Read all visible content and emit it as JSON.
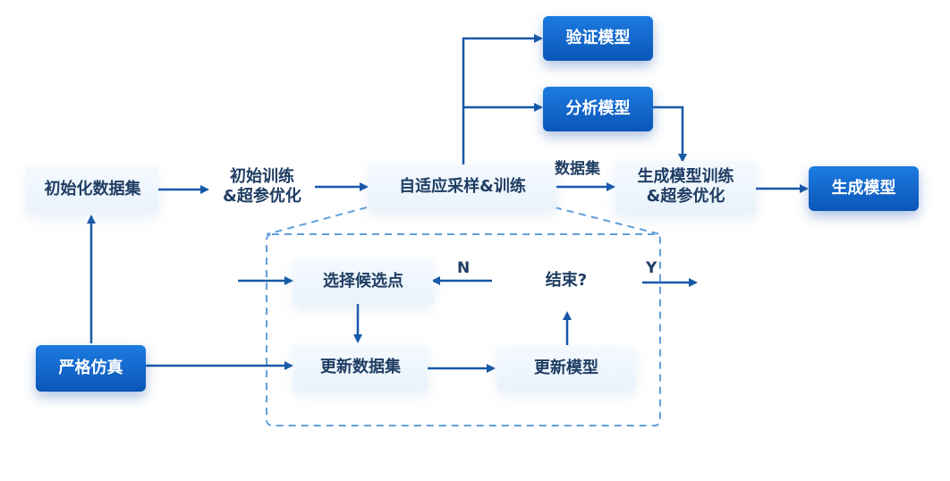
{
  "nodes": {
    "init_dataset": "初始化数据集",
    "init_train_l1": "初始训练",
    "init_train_l2": "&超参优化",
    "adaptive_sampling": "自适应采样&训练",
    "verify_model": "验证模型",
    "analyze_model": "分析模型",
    "gen_train_l1": "生成模型训练",
    "gen_train_l2": "&超参优化",
    "gen_model": "生成模型",
    "strict_sim": "严格仿真",
    "select_points": "选择候选点",
    "update_dataset": "更新数据集",
    "update_model": "更新模型",
    "end_check": "结束?"
  },
  "labels": {
    "dataset": "数据集",
    "no": "N",
    "yes": "Y"
  },
  "colors": {
    "arrow": "#1659a8",
    "dashed_border": "#5fa0dc",
    "dark_node": "#0b56b8",
    "light_node": "#eaf3fc",
    "text": "#1f3d63"
  }
}
